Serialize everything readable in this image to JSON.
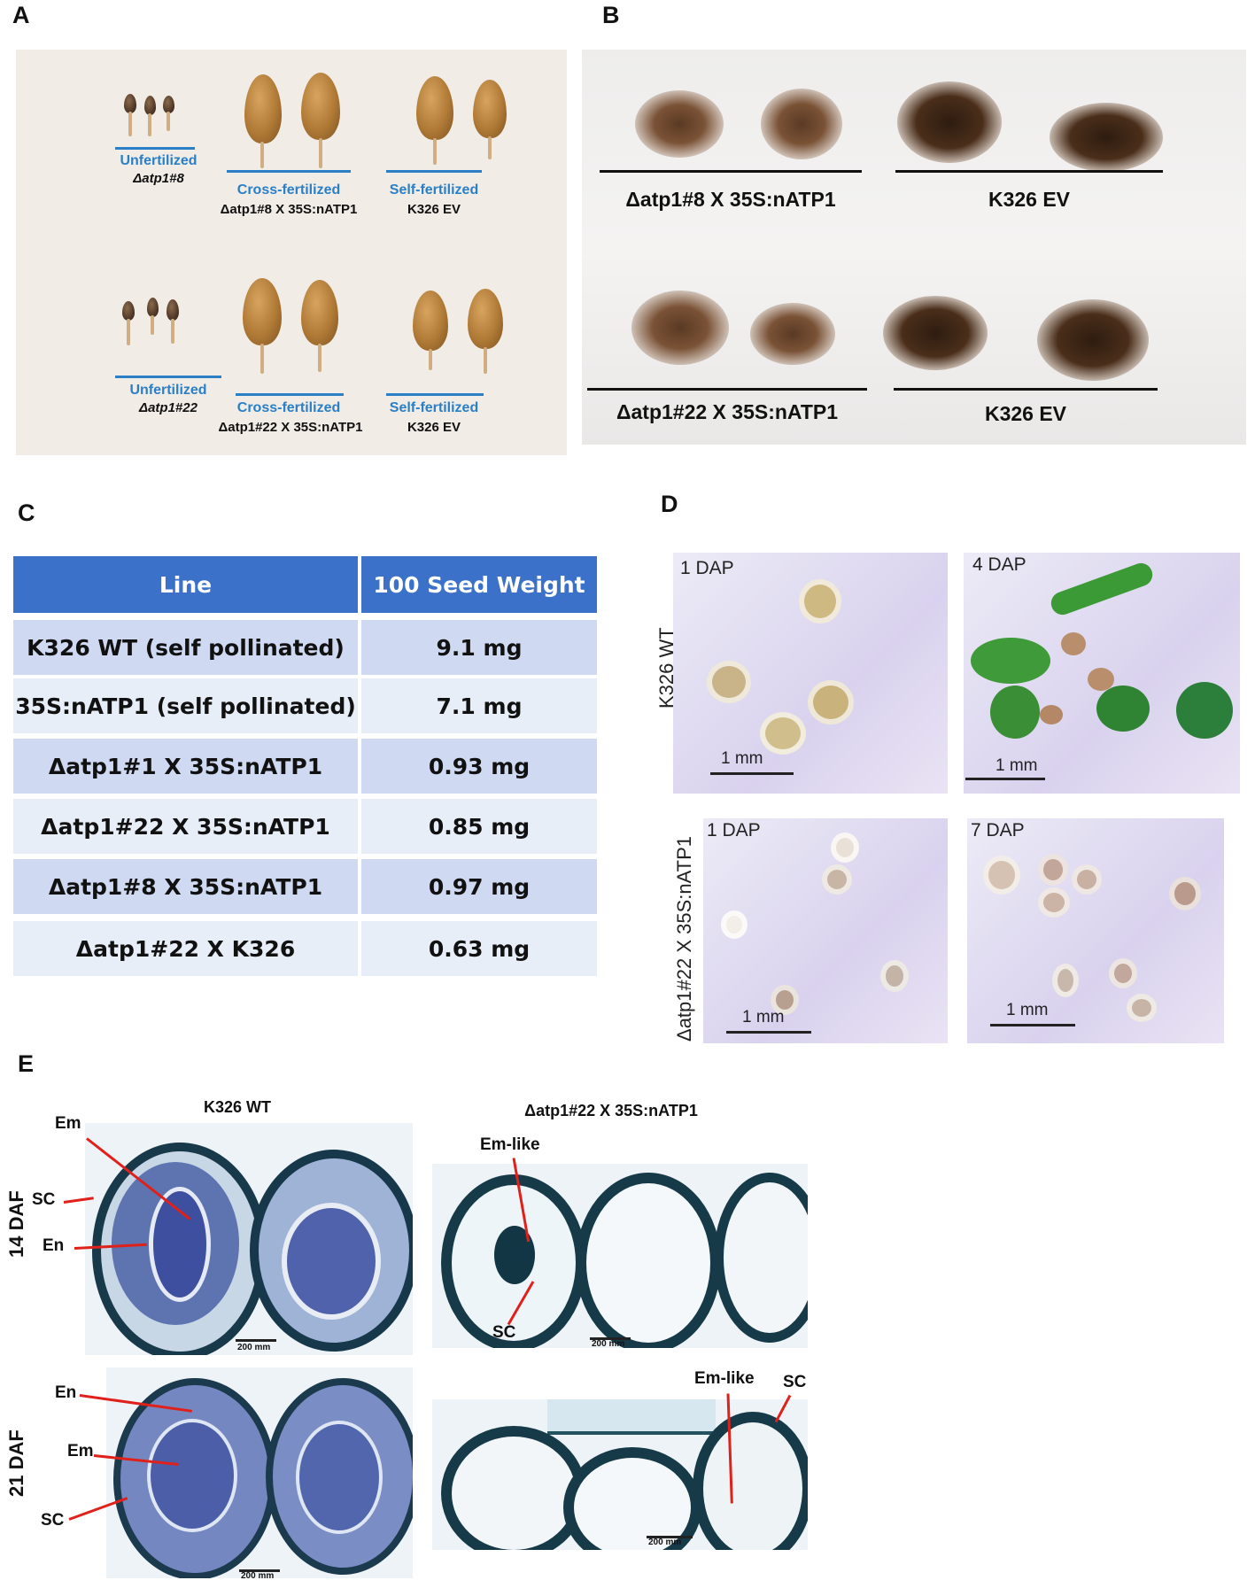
{
  "panels": {
    "A": {
      "label": "A",
      "top_groups": [
        {
          "title": "Unfertilized",
          "sub": "Δatp1#8"
        },
        {
          "title": "Cross-fertilized",
          "sub": "Δatp1#8 X 35S:nATP1"
        },
        {
          "title": "Self-fertilized",
          "sub": "K326 EV"
        }
      ],
      "bottom_groups": [
        {
          "title": "Unfertilized",
          "sub": "Δatp1#22"
        },
        {
          "title": "Cross-fertilized",
          "sub": "Δatp1#22 X 35S:nATP1"
        },
        {
          "title": "Self-fertilized",
          "sub": "K326 EV"
        }
      ]
    },
    "B": {
      "label": "B",
      "top": [
        "Δatp1#8 X 35S:nATP1",
        "K326 EV"
      ],
      "bottom": [
        "Δatp1#22 X 35S:nATP1",
        "K326 EV"
      ]
    },
    "C": {
      "label": "C",
      "headers": [
        "Line",
        "100 Seed Weight"
      ],
      "rows": [
        [
          "K326 WT (self pollinated)",
          "9.1 mg"
        ],
        [
          "35S:nATP1 (self pollinated)",
          "7.1 mg"
        ],
        [
          "Δatp1#1 X 35S:nATP1",
          "0.93 mg"
        ],
        [
          "Δatp1#22 X 35S:nATP1",
          "0.85 mg"
        ],
        [
          "Δatp1#8 X 35S:nATP1",
          "0.97 mg"
        ],
        [
          "Δatp1#22 X K326",
          "0.63 mg"
        ]
      ]
    },
    "D": {
      "label": "D",
      "row_labels": [
        "K326 WT",
        "Δatp1#22 X 35S:nATP1"
      ],
      "tiles": [
        "1 DAP",
        "4 DAP",
        "1 DAP",
        "7 DAP"
      ],
      "scale": "1 mm"
    },
    "E": {
      "label": "E",
      "col_titles": [
        "K326 WT",
        "Δatp1#22 X 35S:nATP1"
      ],
      "row_labels": [
        "14 DAF",
        "21 DAF"
      ],
      "annotations": {
        "em": "Em",
        "en": "En",
        "sc": "SC",
        "em_like": "Em-like"
      },
      "scales": [
        "200 mm",
        "200 mm",
        "200 mm",
        "200 mm"
      ]
    }
  },
  "colors": {
    "table_header": "#3c71c9",
    "table_row_a": "#cfd9f2",
    "table_row_b": "#e8eef8",
    "label_blue": "#2a7fc7",
    "annotation_red": "#e0201a"
  }
}
